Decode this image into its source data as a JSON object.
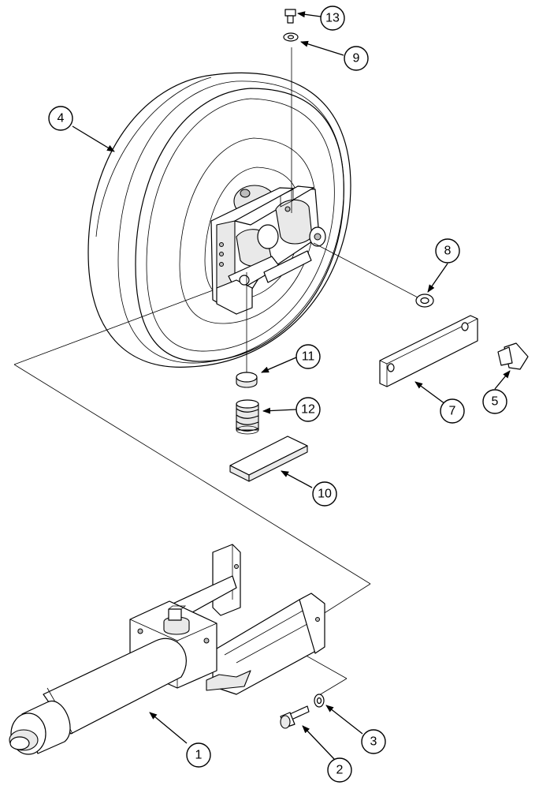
{
  "diagram": {
    "callouts": [
      {
        "id": "c1",
        "label": "1"
      },
      {
        "id": "c2",
        "label": "2"
      },
      {
        "id": "c3",
        "label": "3"
      },
      {
        "id": "c4",
        "label": "4"
      },
      {
        "id": "c5",
        "label": "5"
      },
      {
        "id": "c7",
        "label": "7"
      },
      {
        "id": "c8",
        "label": "8"
      },
      {
        "id": "c9",
        "label": "9"
      },
      {
        "id": "c10",
        "label": "10"
      },
      {
        "id": "c11",
        "label": "11"
      },
      {
        "id": "c12",
        "label": "12"
      },
      {
        "id": "c13",
        "label": "13"
      }
    ]
  }
}
